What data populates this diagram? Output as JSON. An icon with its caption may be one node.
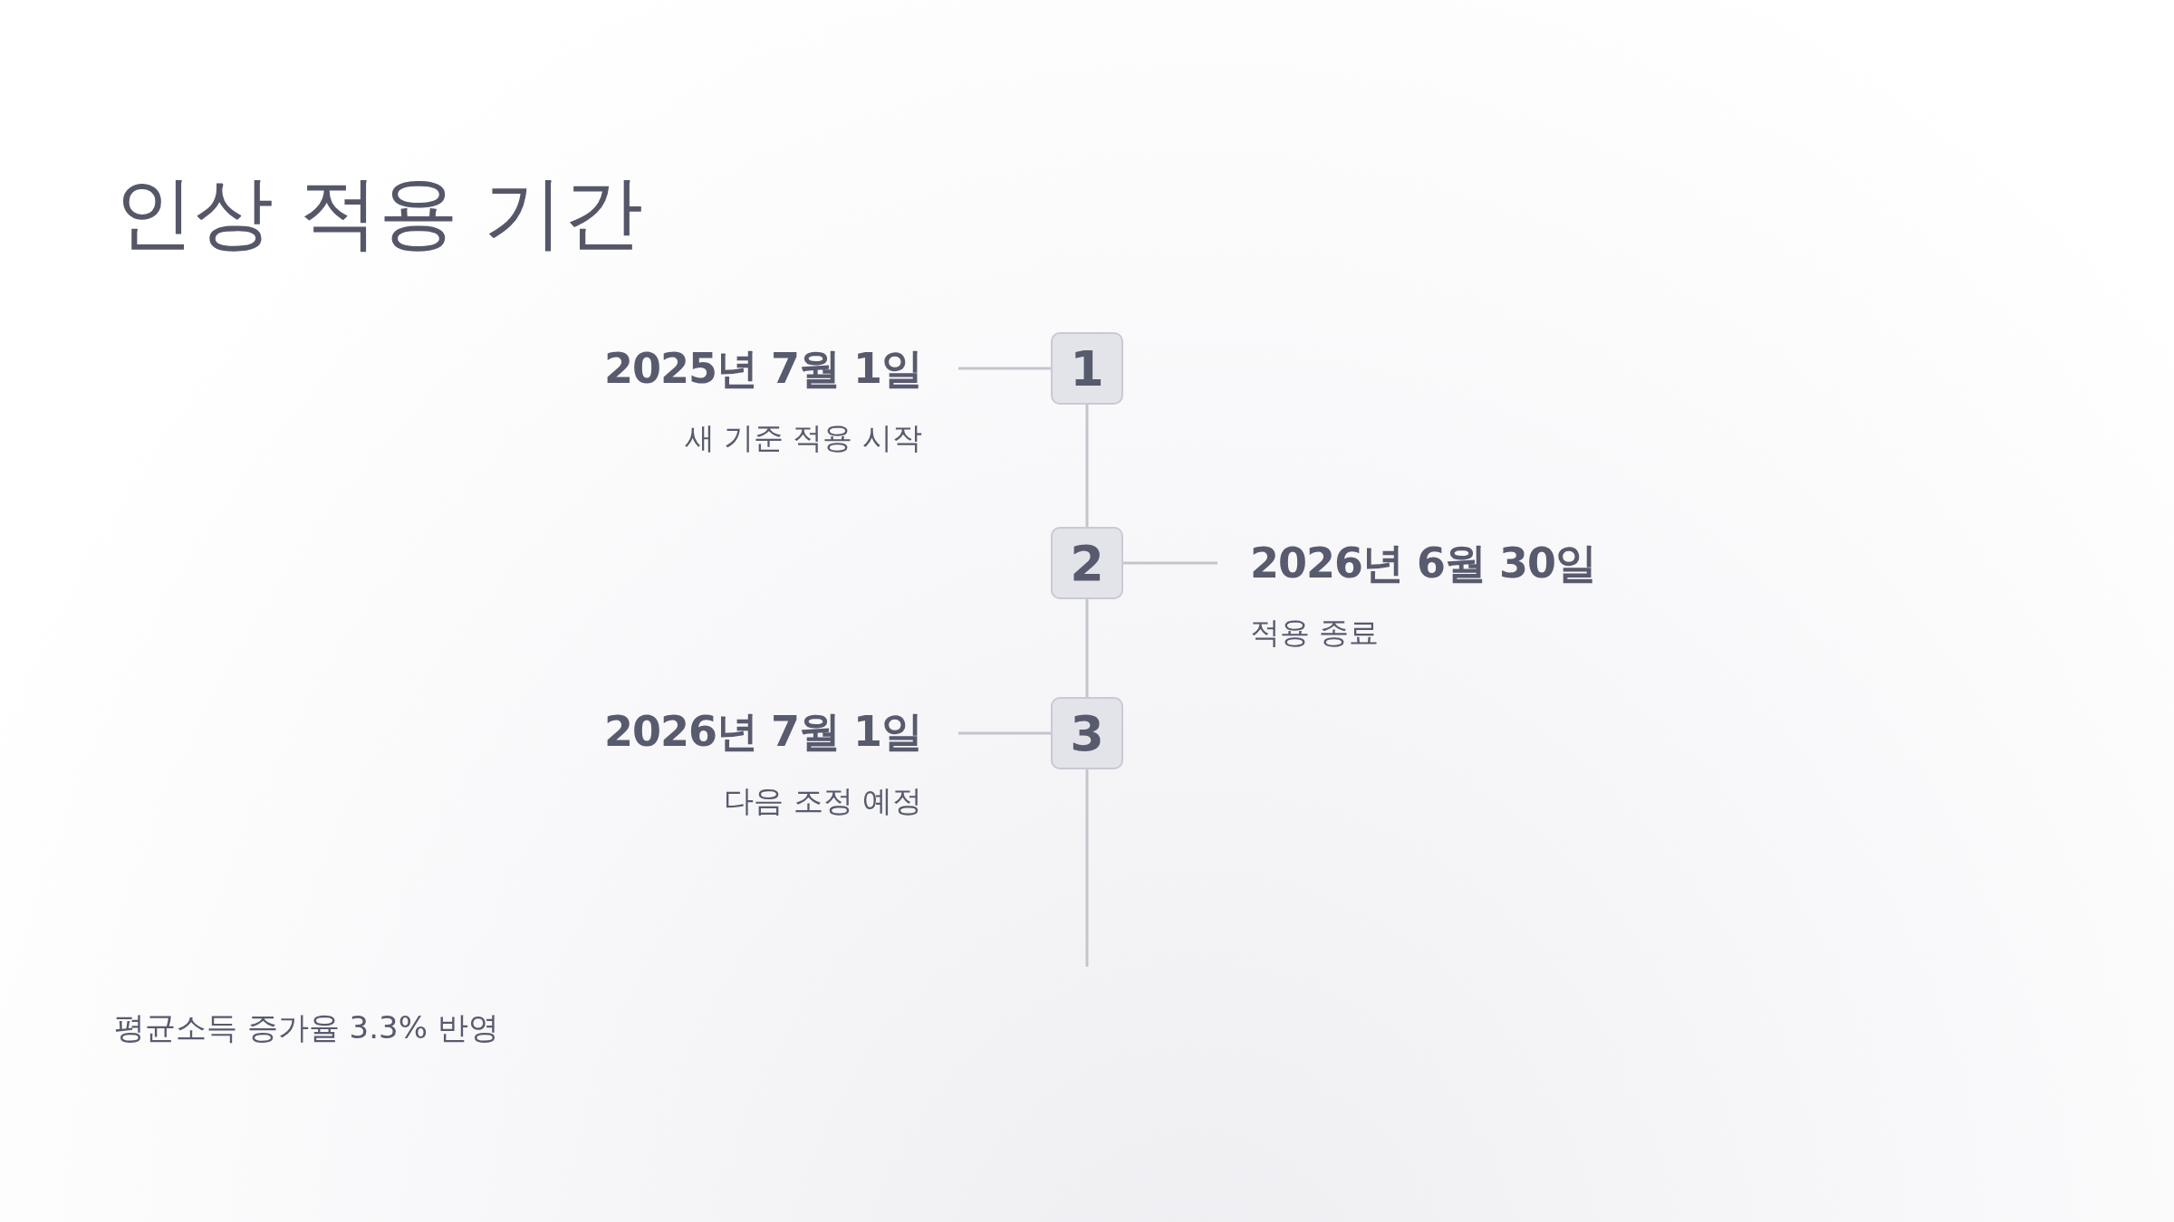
{
  "diagram": {
    "title": "인상 적용 기간",
    "nodes": [
      {
        "text": [
          "2025년 7월 1일",
          "새 기준 적용 시작"
        ]
      },
      {
        "text": [
          "1"
        ]
      },
      {
        "text": [
          "2"
        ]
      },
      {
        "text": [
          "2026년 6월 30일",
          "적용 종료"
        ]
      },
      {
        "text": [
          "2026년 7월 1일",
          "다음 조정 예정"
        ]
      },
      {
        "text": [
          "3"
        ]
      }
    ],
    "edges": [
      {
        "from": 0,
        "to": 1,
        "arrow": "none"
      },
      {
        "from": 1,
        "to": 2,
        "arrow": "none"
      },
      {
        "from": 2,
        "to": 3,
        "arrow": "none"
      },
      {
        "from": 2,
        "to": 5,
        "arrow": "none"
      },
      {
        "from": 4,
        "to": 5,
        "arrow": "none"
      },
      {
        "from": 5,
        "to": null,
        "arrow": "none"
      }
    ],
    "labels": [
      "평균소득 증가율 3.3% 반영"
    ]
  }
}
